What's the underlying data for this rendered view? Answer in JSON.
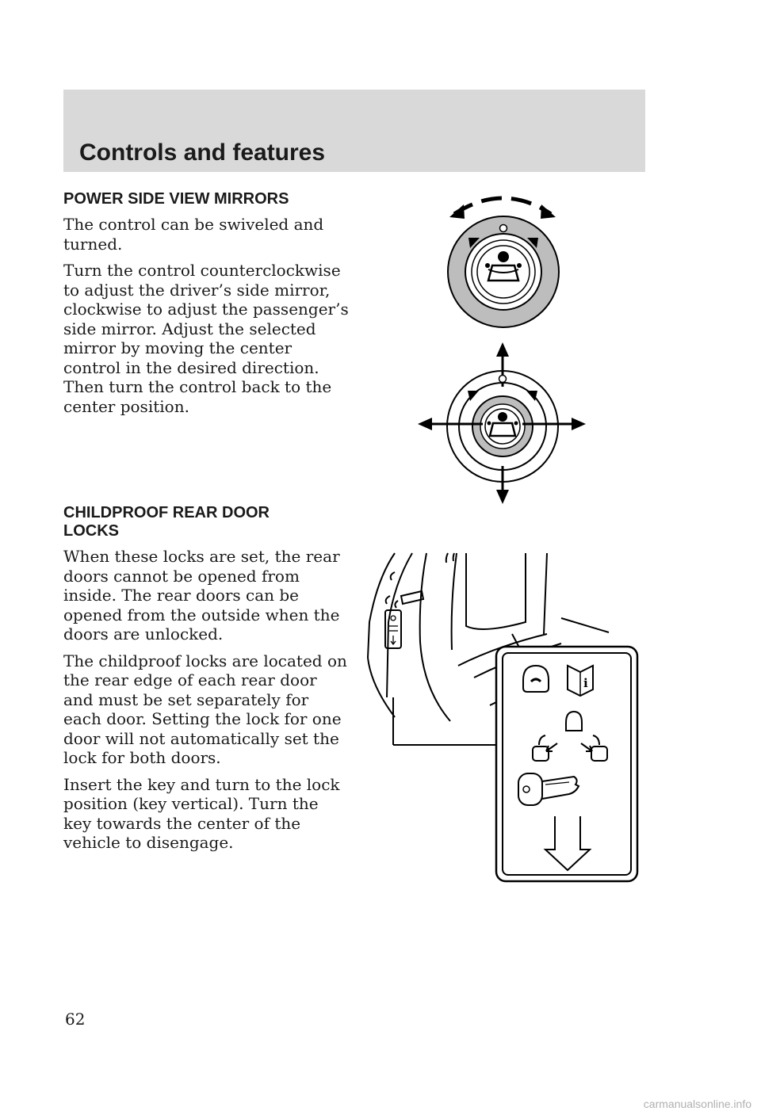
{
  "header": {
    "title": "Controls and features"
  },
  "sections": [
    {
      "heading": "POWER SIDE VIEW MIRRORS",
      "paragraphs": [
        "The control can be swiveled and turned.",
        "Turn the control counterclockwise to adjust the driver’s side mirror, clockwise to adjust the passenger’s side mirror. Adjust the selected mirror by moving the center control in the desired direction. Then turn the control back to the center position."
      ]
    },
    {
      "heading_line1": "CHILDPROOF REAR DOOR",
      "heading_line2": "LOCKS",
      "paragraphs": [
        "When these locks are set, the rear doors cannot be opened from inside. The rear doors can be opened from the outside when the doors are unlocked.",
        "The childproof locks are located on the rear edge of each rear door and must be set separately for each door. Setting the lock for one door will not automatically set the lock for both doors.",
        "Insert the key and turn to the lock position (key vertical). Turn the key towards the center of the vehicle to disengage."
      ]
    }
  ],
  "figures": {
    "mirror_dial_rotate": {
      "icon": "mirror-control-rotate-icon",
      "fill": "#bdbdbd"
    },
    "mirror_dial_adjust": {
      "icon": "mirror-control-adjust-icon",
      "fill": "#bdbdbd"
    },
    "child_lock": {
      "icon": "childproof-lock-diagram-icon"
    }
  },
  "footer": {
    "page_number": "62",
    "watermark": "carmanualsonline.info"
  }
}
